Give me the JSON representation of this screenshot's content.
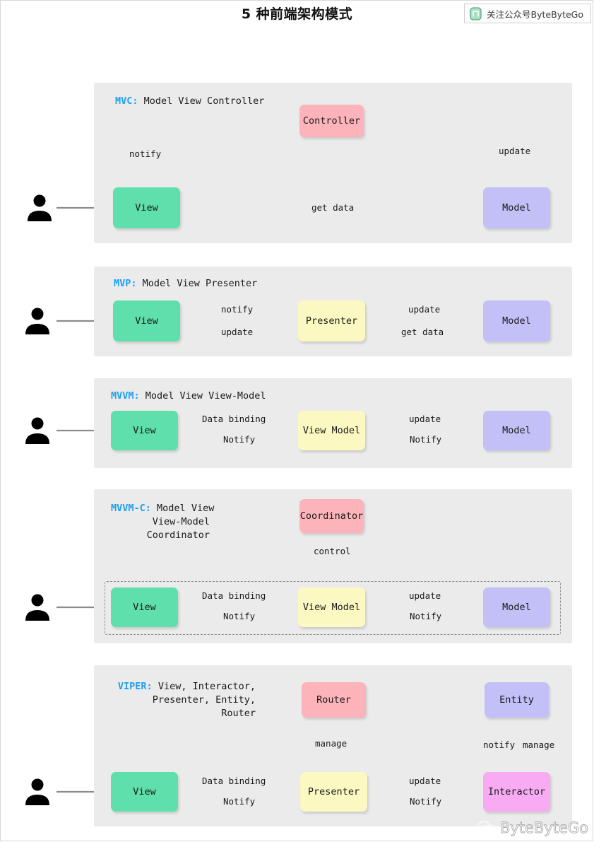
{
  "header": {
    "title": "5 种前端架构模式",
    "badge_label": "关注公众号ByteByteGo",
    "badge_icon": "wechat-icon",
    "badge_icon_color": "#8fd9b6"
  },
  "watermark": {
    "text": "ByteByteGo",
    "icon": "wechat-bubbles-icon"
  },
  "colors": {
    "panel_bg": "#ebebeb",
    "view": "#5fdfac",
    "model": "#c3bff7",
    "controller": "#fcb3ba",
    "presenter": "#fbf8c1",
    "interactor": "#f8abf2",
    "accent": "#1e9ff2",
    "arrow": "#8c8c8c"
  },
  "actors": {
    "label": "user-actor"
  },
  "panels": [
    {
      "id": "mvc",
      "acronym": "MVC:",
      "title": "Model View Controller",
      "nodes": [
        {
          "id": "view",
          "label": "View",
          "color": "view"
        },
        {
          "id": "controller",
          "label": "Controller",
          "color": "controller"
        },
        {
          "id": "model",
          "label": "Model",
          "color": "model"
        }
      ],
      "edges": [
        {
          "from": "view",
          "to": "controller",
          "label": "notify",
          "style": "solid"
        },
        {
          "from": "controller",
          "to": "model",
          "label": "update",
          "style": "solid"
        },
        {
          "from": "model",
          "to": "view",
          "label": "get data",
          "style": "solid"
        }
      ]
    },
    {
      "id": "mvp",
      "acronym": "MVP:",
      "title": "Model View Presenter",
      "nodes": [
        {
          "id": "view",
          "label": "View",
          "color": "view"
        },
        {
          "id": "presenter",
          "label": "Presenter",
          "color": "presenter"
        },
        {
          "id": "model",
          "label": "Model",
          "color": "model"
        }
      ],
      "edges": [
        {
          "from": "view",
          "to": "presenter",
          "label": "notify",
          "style": "solid"
        },
        {
          "from": "presenter",
          "to": "view",
          "label": "update",
          "style": "solid"
        },
        {
          "from": "presenter",
          "to": "model",
          "label": "update",
          "style": "solid"
        },
        {
          "from": "model",
          "to": "presenter",
          "label": "get data",
          "style": "solid"
        }
      ]
    },
    {
      "id": "mvvm",
      "acronym": "MVVM:",
      "title": "Model View View-Model",
      "nodes": [
        {
          "id": "view",
          "label": "View",
          "color": "view"
        },
        {
          "id": "viewmodel",
          "label": "View Model",
          "color": "presenter"
        },
        {
          "id": "model",
          "label": "Model",
          "color": "model"
        }
      ],
      "edges": [
        {
          "from": "view",
          "to": "viewmodel",
          "label": "Data binding",
          "style": "solid"
        },
        {
          "from": "viewmodel",
          "to": "view",
          "label": "Notify",
          "style": "dashed"
        },
        {
          "from": "viewmodel",
          "to": "model",
          "label": "update",
          "style": "solid"
        },
        {
          "from": "model",
          "to": "viewmodel",
          "label": "Notify",
          "style": "dashed"
        }
      ]
    },
    {
      "id": "mvvmc",
      "acronym": "MVVM-C:",
      "title_lines": [
        "Model View",
        "View-Model",
        "Coordinator"
      ],
      "nodes": [
        {
          "id": "coordinator",
          "label": "Coordinator",
          "color": "controller"
        },
        {
          "id": "view",
          "label": "View",
          "color": "view"
        },
        {
          "id": "viewmodel",
          "label": "View Model",
          "color": "presenter"
        },
        {
          "id": "model",
          "label": "Model",
          "color": "model"
        }
      ],
      "edges": [
        {
          "from": "coordinator",
          "to": "viewmodel",
          "label": "control",
          "style": "solid"
        },
        {
          "from": "view",
          "to": "viewmodel",
          "label": "Data binding",
          "style": "solid"
        },
        {
          "from": "viewmodel",
          "to": "view",
          "label": "Notify",
          "style": "dashed"
        },
        {
          "from": "viewmodel",
          "to": "model",
          "label": "update",
          "style": "solid"
        },
        {
          "from": "model",
          "to": "viewmodel",
          "label": "Notify",
          "style": "dashed"
        }
      ]
    },
    {
      "id": "viper",
      "acronym": "VIPER:",
      "title_lines": [
        "View, Interactor,",
        "Presenter, Entity,",
        "Router"
      ],
      "nodes": [
        {
          "id": "router",
          "label": "Router",
          "color": "controller"
        },
        {
          "id": "entity",
          "label": "Entity",
          "color": "model"
        },
        {
          "id": "view",
          "label": "View",
          "color": "view"
        },
        {
          "id": "presenter",
          "label": "Presenter",
          "color": "presenter"
        },
        {
          "id": "interactor",
          "label": "Interactor",
          "color": "interactor"
        }
      ],
      "edges": [
        {
          "from": "router",
          "to": "presenter",
          "label": "manage",
          "style": "solid"
        },
        {
          "from": "entity",
          "to": "interactor",
          "label": "notify",
          "style": "solid"
        },
        {
          "from": "interactor",
          "to": "entity",
          "label": "manage",
          "style": "solid"
        },
        {
          "from": "view",
          "to": "presenter",
          "label": "Data binding",
          "style": "solid"
        },
        {
          "from": "presenter",
          "to": "view",
          "label": "Notify",
          "style": "dashed"
        },
        {
          "from": "presenter",
          "to": "interactor",
          "label": "update",
          "style": "solid"
        },
        {
          "from": "interactor",
          "to": "presenter",
          "label": "Notify",
          "style": "dashed"
        }
      ]
    }
  ]
}
